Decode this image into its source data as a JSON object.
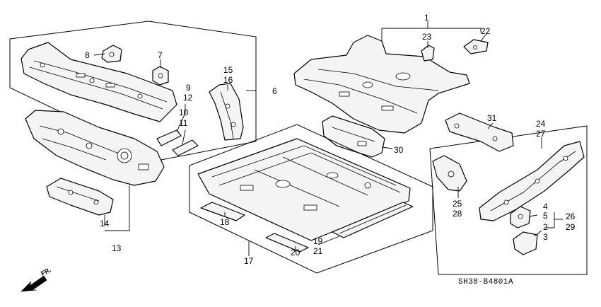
{
  "diagram": {
    "code": "SH38-B4801A",
    "direction": "FR.",
    "labels": {
      "l1": "1",
      "l2": "2",
      "l3": "3",
      "l4": "4",
      "l5": "5",
      "l6": "6",
      "l7": "7",
      "l8": "8",
      "l9": "9",
      "l10": "10",
      "l11": "11",
      "l12": "12",
      "l13": "13",
      "l14": "14",
      "l15": "15",
      "l16": "16",
      "l17": "17",
      "l18": "18",
      "l19": "19",
      "l20": "20",
      "l21": "21",
      "l22": "22",
      "l23": "23",
      "l24": "24",
      "l25": "25",
      "l26": "26",
      "l27": "27",
      "l28": "28",
      "l29": "29",
      "l30": "30",
      "l31": "31"
    }
  }
}
